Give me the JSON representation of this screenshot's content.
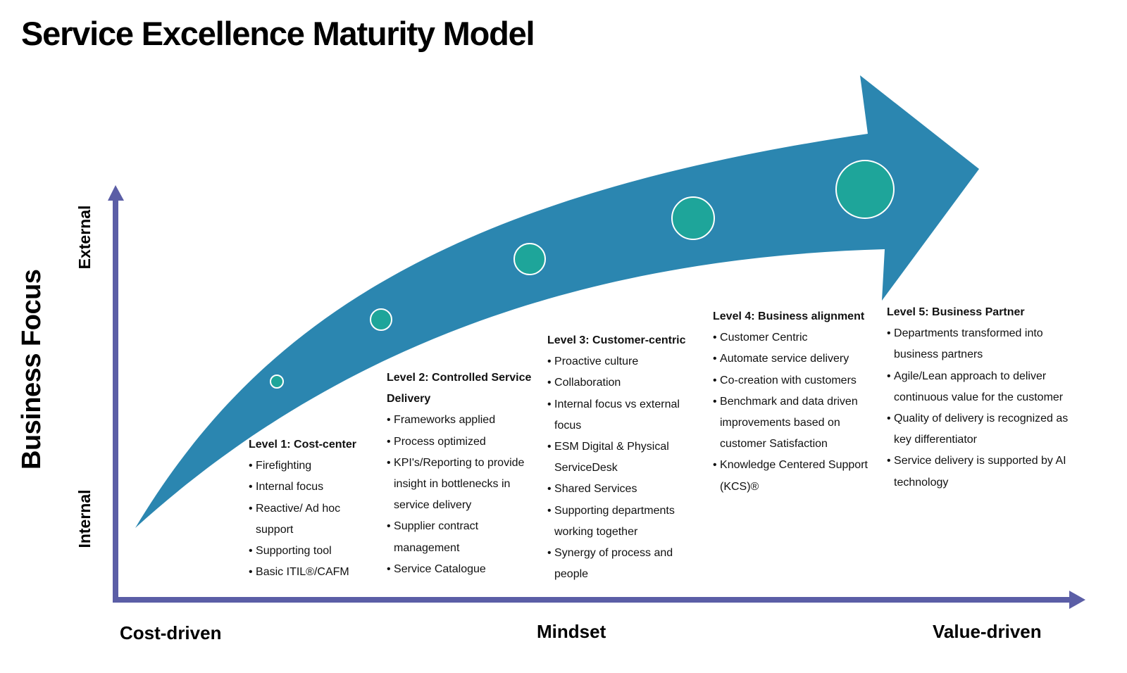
{
  "title": "Service Excellence Maturity Model",
  "colors": {
    "arrow": "#2b86b0",
    "circle_fill": "#1ea59a",
    "circle_stroke": "#ffffff",
    "axis": "#5b5ea6",
    "text": "#111111"
  },
  "axes": {
    "y_title": "Business Focus",
    "y_low": "Internal",
    "y_high": "External",
    "x_title": "Mindset",
    "x_low": "Cost-driven",
    "x_high": "Value-driven"
  },
  "stages": [
    {
      "level": 1,
      "relative_size": 1
    },
    {
      "level": 2,
      "relative_size": 1.75
    },
    {
      "level": 3,
      "relative_size": 2.4
    },
    {
      "level": 4,
      "relative_size": 3.2
    },
    {
      "level": 5,
      "relative_size": 4.4
    }
  ],
  "levels": [
    {
      "heading": "Level 1: Cost-center",
      "items": [
        "Firefighting",
        "Internal focus",
        "Reactive/ Ad hoc support",
        "Supporting tool",
        "Basic ITIL®/CAFM"
      ]
    },
    {
      "heading": "Level 2: Controlled Service Delivery",
      "items": [
        "Frameworks applied",
        "Process optimized",
        "KPI's/Reporting to provide insight in bottlenecks in service delivery",
        "Supplier contract management",
        "Service Catalogue"
      ]
    },
    {
      "heading": "Level 3: Customer-centric",
      "items": [
        "Proactive culture",
        "Collaboration",
        "Internal focus vs external focus",
        "ESM Digital & Physical ServiceDesk",
        "Shared Services",
        "Supporting departments working together",
        "Synergy of process and people"
      ]
    },
    {
      "heading": "Level 4: Business alignment",
      "items": [
        "Customer Centric",
        "Automate service delivery",
        "Co-creation with customers",
        "Benchmark and data driven improvements based on customer Satisfaction",
        "Knowledge Centered Support (KCS)®"
      ]
    },
    {
      "heading": "Level 5: Business Partner",
      "items": [
        "Departments transformed into business partners",
        "Agile/Lean approach to deliver continuous value for the customer",
        "Quality of delivery is recognized as key differentiator",
        "Service delivery is supported by AI technology"
      ]
    }
  ]
}
